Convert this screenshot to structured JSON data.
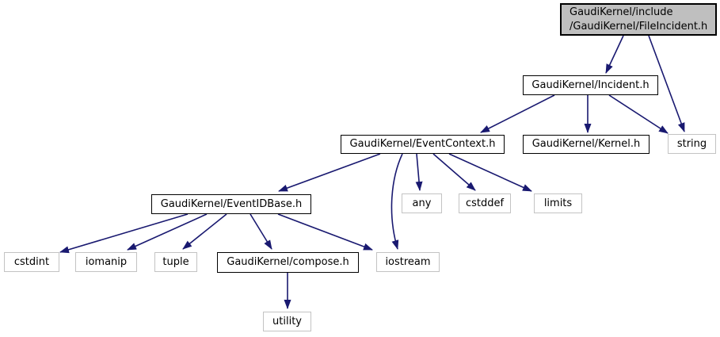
{
  "diagram": {
    "type": "include-dependency-graph",
    "colors": {
      "edge": "#191970",
      "root_fill": "#bfbfbf",
      "node_border": "#000000",
      "system_node_border": "#c3c3c3",
      "text": "#000000",
      "background": "#ffffff"
    },
    "nodes": {
      "fileincident": {
        "label_line1": "GaudiKernel/include",
        "label_line2": "/GaudiKernel/FileIncident.h",
        "type": "root"
      },
      "incident": {
        "label": "GaudiKernel/Incident.h",
        "type": "project"
      },
      "eventcontext": {
        "label": "GaudiKernel/EventContext.h",
        "type": "project"
      },
      "kernel": {
        "label": "GaudiKernel/Kernel.h",
        "type": "project"
      },
      "string": {
        "label": "string",
        "type": "system"
      },
      "eventidbase": {
        "label": "GaudiKernel/EventIDBase.h",
        "type": "project"
      },
      "any": {
        "label": "any",
        "type": "system"
      },
      "cstddef": {
        "label": "cstddef",
        "type": "system"
      },
      "limits": {
        "label": "limits",
        "type": "system"
      },
      "cstdint": {
        "label": "cstdint",
        "type": "system"
      },
      "iomanip": {
        "label": "iomanip",
        "type": "system"
      },
      "tuple": {
        "label": "tuple",
        "type": "system"
      },
      "compose": {
        "label": "GaudiKernel/compose.h",
        "type": "project"
      },
      "iostream": {
        "label": "iostream",
        "type": "system"
      },
      "utility": {
        "label": "utility",
        "type": "system"
      }
    },
    "edges": [
      {
        "from": "fileincident",
        "to": "incident"
      },
      {
        "from": "fileincident",
        "to": "string"
      },
      {
        "from": "incident",
        "to": "eventcontext"
      },
      {
        "from": "incident",
        "to": "kernel"
      },
      {
        "from": "incident",
        "to": "string"
      },
      {
        "from": "eventcontext",
        "to": "eventidbase"
      },
      {
        "from": "eventcontext",
        "to": "any"
      },
      {
        "from": "eventcontext",
        "to": "cstddef"
      },
      {
        "from": "eventcontext",
        "to": "limits"
      },
      {
        "from": "eventcontext",
        "to": "iostream"
      },
      {
        "from": "eventidbase",
        "to": "cstdint"
      },
      {
        "from": "eventidbase",
        "to": "iomanip"
      },
      {
        "from": "eventidbase",
        "to": "tuple"
      },
      {
        "from": "eventidbase",
        "to": "compose"
      },
      {
        "from": "eventidbase",
        "to": "iostream"
      },
      {
        "from": "compose",
        "to": "utility"
      }
    ]
  }
}
